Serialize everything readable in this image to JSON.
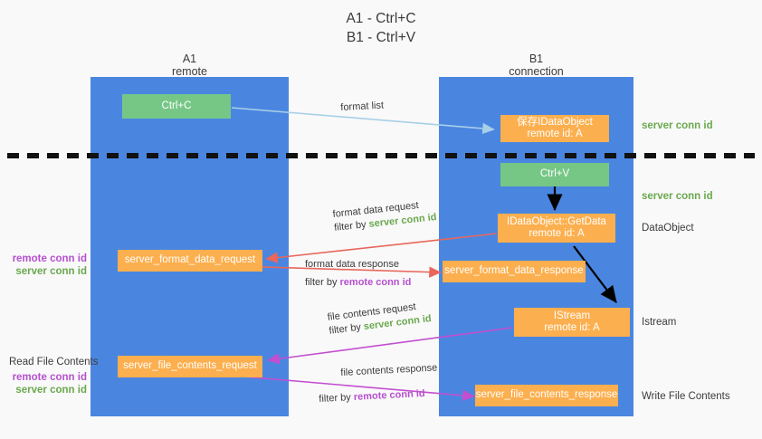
{
  "title": {
    "line1": "A1 - Ctrl+C",
    "line2": "B1 - Ctrl+V"
  },
  "lanes": [
    {
      "name": "A1",
      "sub": "remote"
    },
    {
      "name": "B1",
      "sub": "connection"
    }
  ],
  "nodes": {
    "ctrl_c": "Ctrl+C",
    "ctrl_v": "Ctrl+V",
    "save_idataobject_l1": "保存IDataObject",
    "save_idataobject_l2": "remote id: A",
    "getdata_l1": "IDataObject::GetData",
    "getdata_l2": "remote id: A",
    "istream_l1": "IStream",
    "istream_l2": "remote id: A",
    "server_format_data_request": "server_format_data_request",
    "server_format_data_response": "server_format_data_response",
    "server_file_contents_request": "server_file_contents_request",
    "server_file_contents_response": "server_file_contents_response"
  },
  "right_labels": {
    "server_conn_id_top": "server conn id",
    "server_conn_id_mid": "server conn id",
    "dataobject": "DataObject",
    "istream": "Istream",
    "write_file_contents": "Write File Contents"
  },
  "left_labels": {
    "remote_conn_id_1": "remote conn id",
    "server_conn_id_1": "server conn id",
    "read_file_contents": "Read File Contents",
    "remote_conn_id_2": "remote conn id",
    "server_conn_id_2": "server conn id"
  },
  "edges": {
    "format_list": "format list",
    "format_data_request": "format data request",
    "format_data_request_filter_prefix": "filter by ",
    "format_data_request_filter_value": "server conn id",
    "format_data_response": "format data response",
    "format_data_response_filter_prefix": "filter by ",
    "format_data_response_filter_value": "remote conn id",
    "file_contents_request": "file contents request",
    "file_contents_request_filter_prefix": "filter by ",
    "file_contents_request_filter_value": "server conn id",
    "file_contents_response": "file contents response",
    "file_contents_response_filter_prefix": "filter by ",
    "file_contents_response_filter_value": "remote conn id"
  },
  "colors": {
    "lane": "#4a86e0",
    "green_node": "#76c786",
    "orange_node": "#fcaf4e",
    "green_text": "#6aa84f",
    "magenta_text": "#b650cf",
    "light_blue_arrow": "#a8cfe8",
    "red_arrow": "#e8675c",
    "magenta_arrow": "#c24fd0",
    "black_arrow": "#000000",
    "background": "#f9f9f9"
  }
}
